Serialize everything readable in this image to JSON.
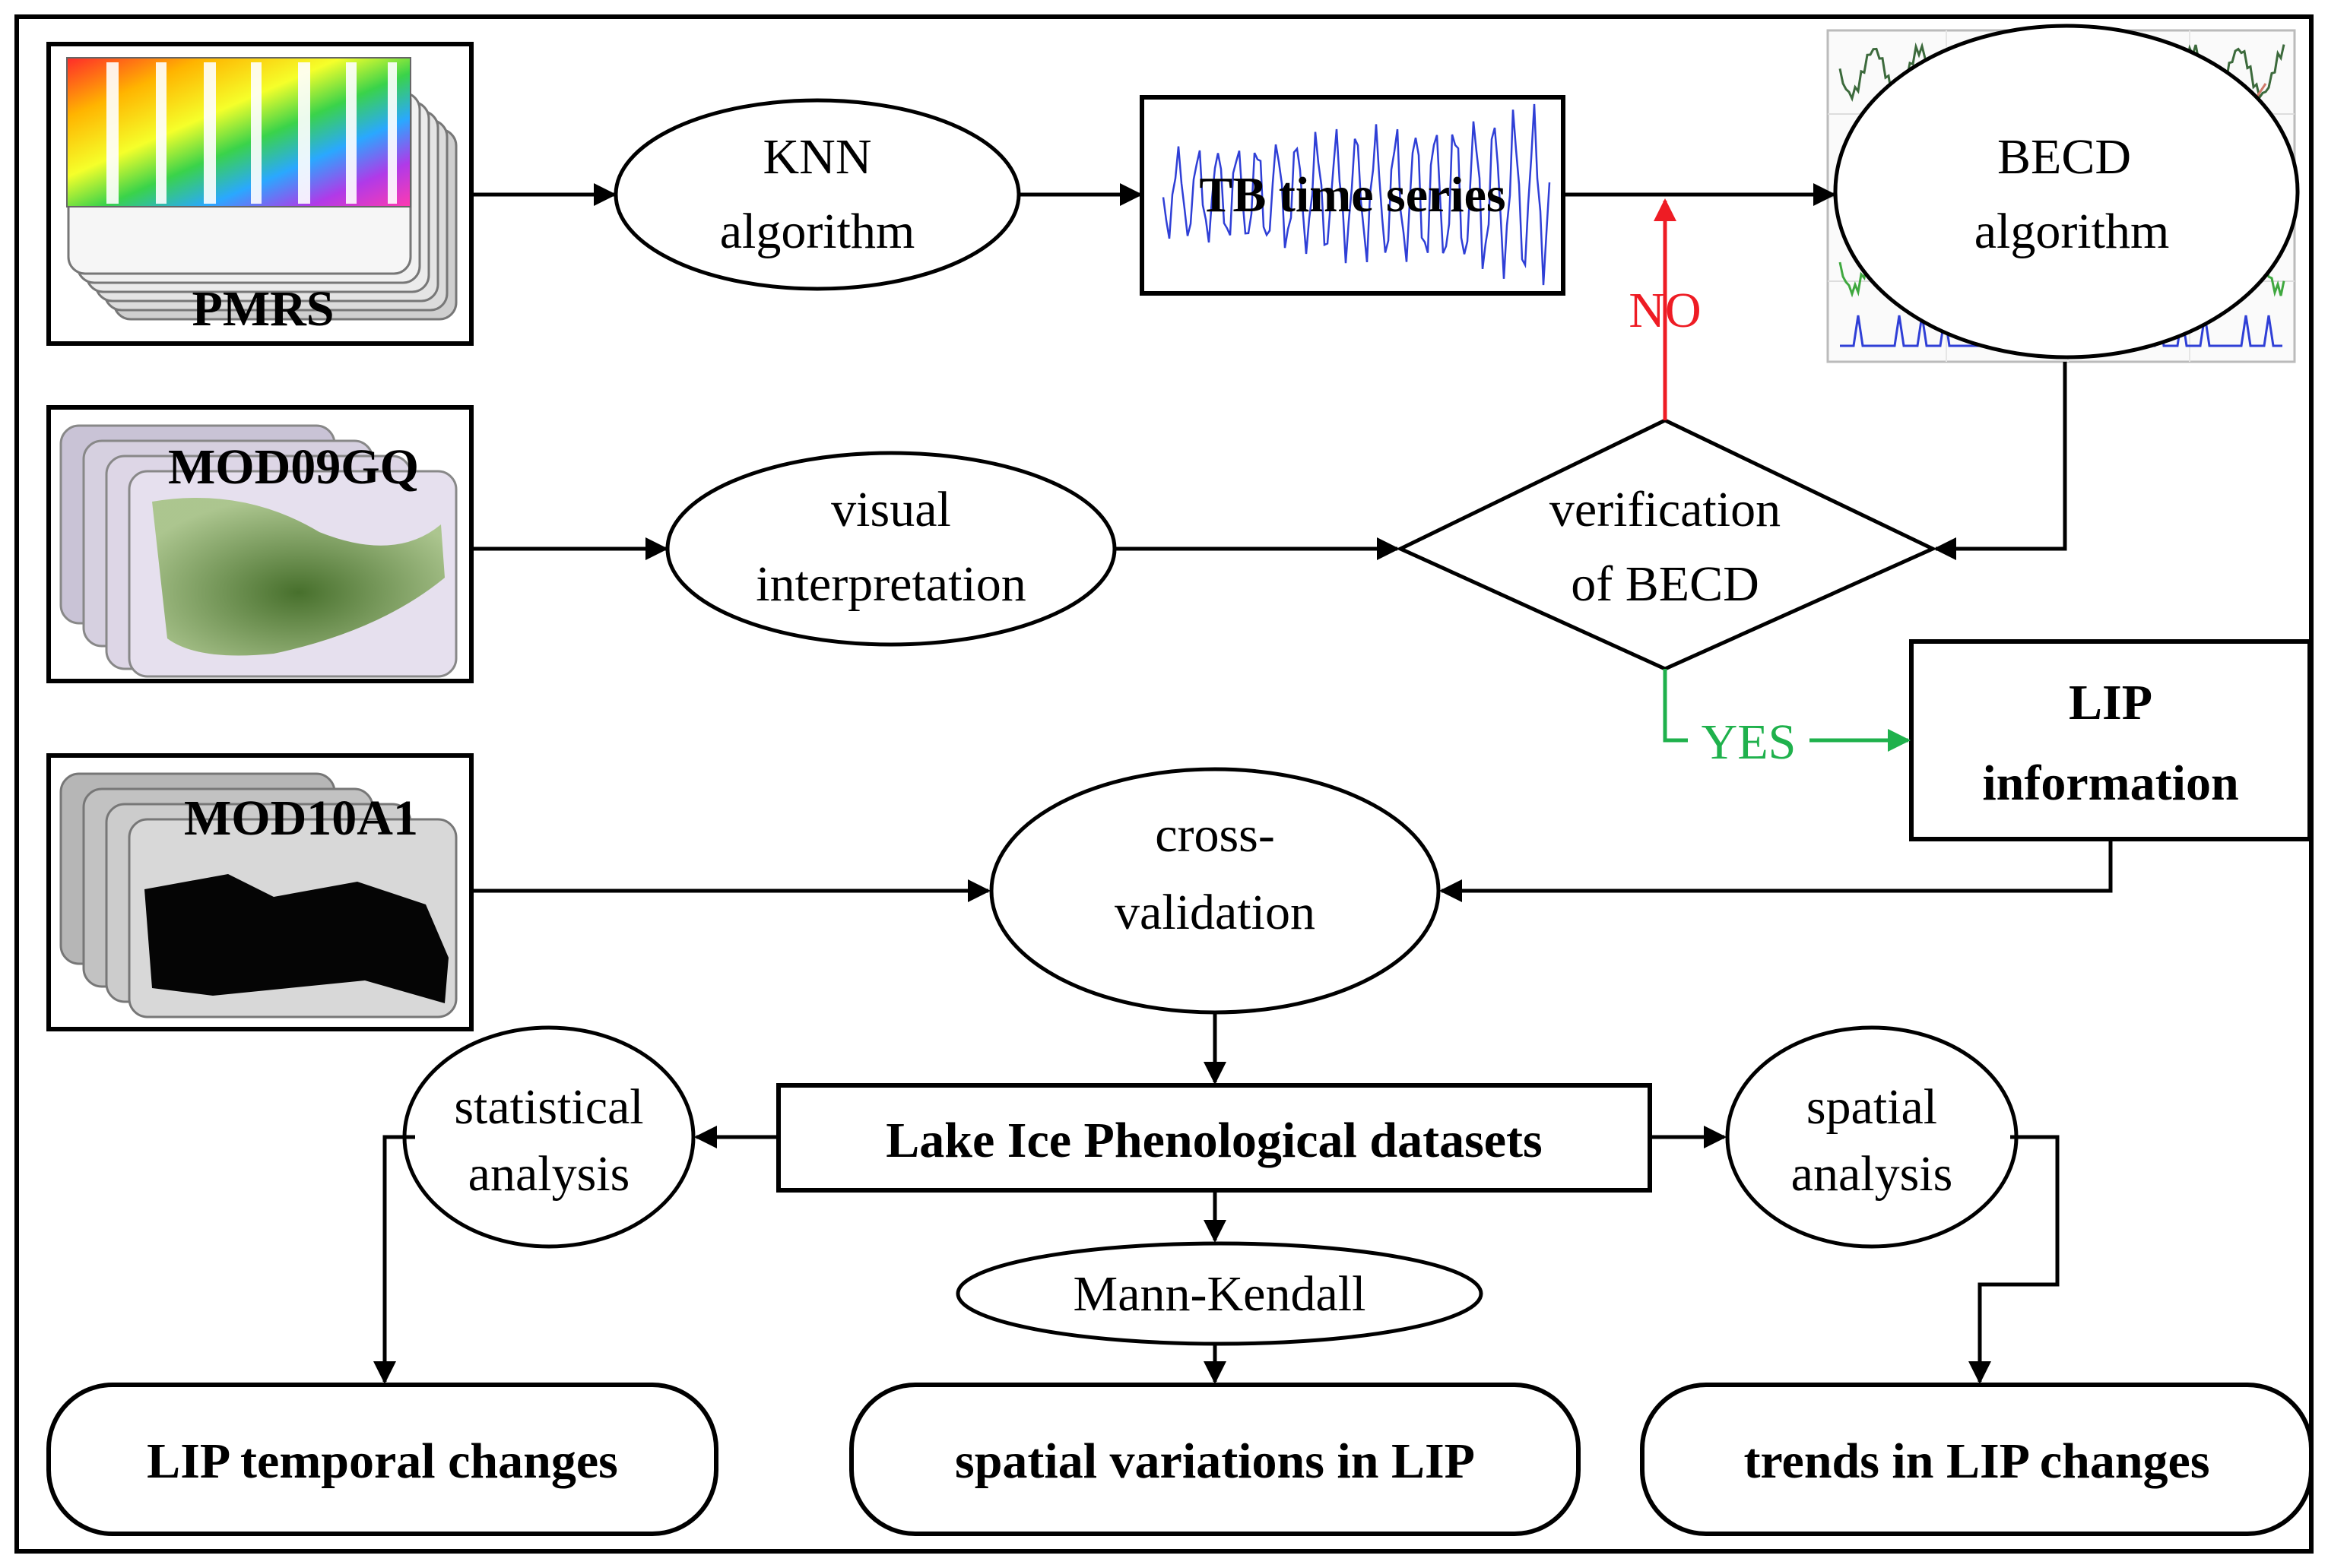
{
  "inputs": {
    "pmrs": "PMRS",
    "mod09gq": "MOD09GQ",
    "mod10a1": "MOD10A1"
  },
  "process": {
    "knn": [
      "KNN",
      "algorithm"
    ],
    "tb_series": "TB time series",
    "becd": [
      "BECD",
      "algorithm"
    ],
    "visual": [
      "visual",
      "interpretation"
    ],
    "verification": [
      "verification",
      "of BECD"
    ],
    "lip_info": [
      "LIP",
      "information"
    ],
    "cross": [
      "cross-",
      "validation"
    ],
    "datasets": "Lake Ice Phenological datasets",
    "statistical": [
      "statistical",
      "analysis"
    ],
    "spatial_analysis": [
      "spatial",
      "analysis"
    ],
    "mann_kendall": "Mann-Kendall"
  },
  "decisions": {
    "no": "NO",
    "yes": "YES"
  },
  "outputs": {
    "temporal": "LIP temporal changes",
    "spatial_var": "spatial variations in LIP",
    "trends": "trends in LIP changes"
  },
  "colors": {
    "no": "#ee1c24",
    "yes": "#1fb14c",
    "series": "#2f3fd6"
  }
}
